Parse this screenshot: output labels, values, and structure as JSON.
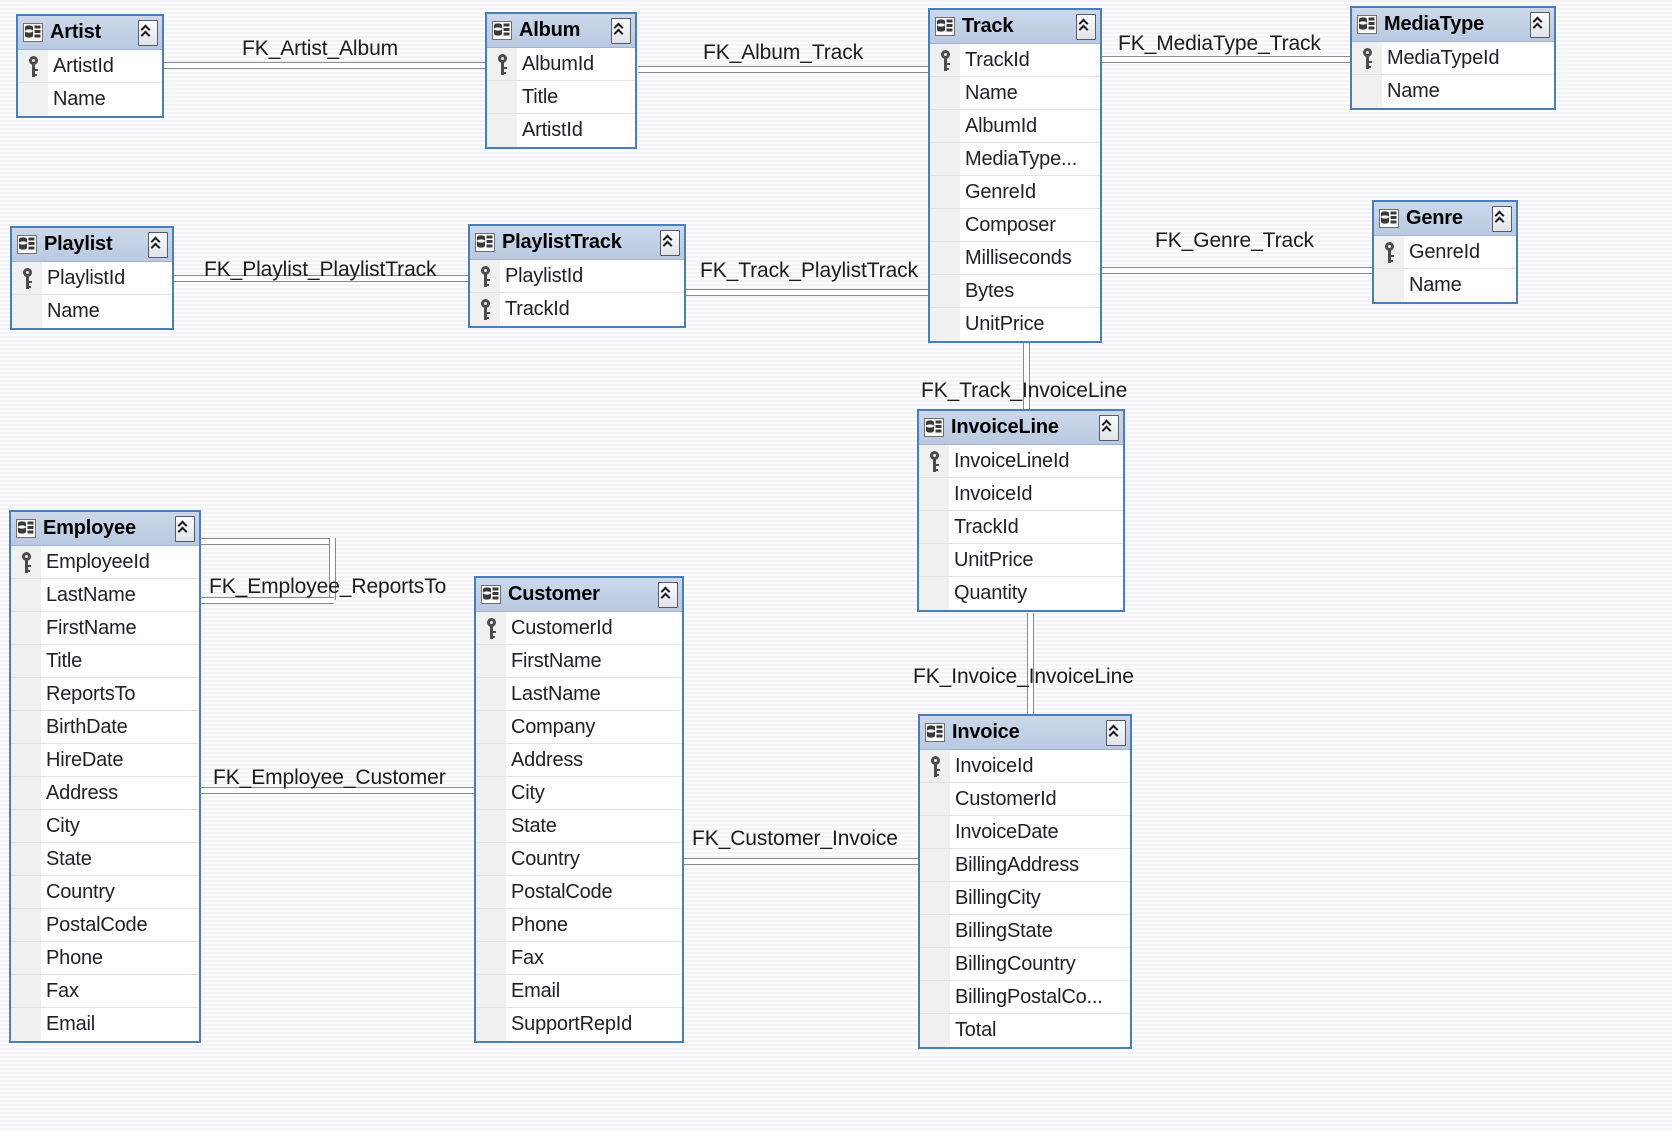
{
  "diagram": {
    "title": "Database Schema Diagram",
    "background_color": "#fdfdff",
    "table_border_color": "#4a7ebb",
    "header_color": "#c3d1e6",
    "relationship_line_color": "#8a8a8a",
    "icons": {
      "table_icon": "table-icon",
      "collapse_icon": "double-chevron-up-icon",
      "primary_key_icon": "key-icon"
    }
  },
  "tables": [
    {
      "name": "Artist",
      "columns": [
        {
          "name": "ArtistId",
          "key": true
        },
        {
          "name": "Name",
          "key": false
        }
      ]
    },
    {
      "name": "Album",
      "columns": [
        {
          "name": "AlbumId",
          "key": true
        },
        {
          "name": "Title",
          "key": false
        },
        {
          "name": "ArtistId",
          "key": false
        }
      ]
    },
    {
      "name": "Track",
      "columns": [
        {
          "name": "TrackId",
          "key": true
        },
        {
          "name": "Name",
          "key": false
        },
        {
          "name": "AlbumId",
          "key": false
        },
        {
          "name": "MediaType...",
          "key": false
        },
        {
          "name": "GenreId",
          "key": false
        },
        {
          "name": "Composer",
          "key": false
        },
        {
          "name": "Milliseconds",
          "key": false
        },
        {
          "name": "Bytes",
          "key": false
        },
        {
          "name": "UnitPrice",
          "key": false
        }
      ]
    },
    {
      "name": "MediaType",
      "columns": [
        {
          "name": "MediaTypeId",
          "key": true
        },
        {
          "name": "Name",
          "key": false
        }
      ]
    },
    {
      "name": "Genre",
      "columns": [
        {
          "name": "GenreId",
          "key": true
        },
        {
          "name": "Name",
          "key": false
        }
      ]
    },
    {
      "name": "Playlist",
      "columns": [
        {
          "name": "PlaylistId",
          "key": true
        },
        {
          "name": "Name",
          "key": false
        }
      ]
    },
    {
      "name": "PlaylistTrack",
      "columns": [
        {
          "name": "PlaylistId",
          "key": true
        },
        {
          "name": "TrackId",
          "key": true
        }
      ]
    },
    {
      "name": "InvoiceLine",
      "columns": [
        {
          "name": "InvoiceLineId",
          "key": true
        },
        {
          "name": "InvoiceId",
          "key": false
        },
        {
          "name": "TrackId",
          "key": false
        },
        {
          "name": "UnitPrice",
          "key": false
        },
        {
          "name": "Quantity",
          "key": false
        }
      ]
    },
    {
      "name": "Invoice",
      "columns": [
        {
          "name": "InvoiceId",
          "key": true
        },
        {
          "name": "CustomerId",
          "key": false
        },
        {
          "name": "InvoiceDate",
          "key": false
        },
        {
          "name": "BillingAddress",
          "key": false
        },
        {
          "name": "BillingCity",
          "key": false
        },
        {
          "name": "BillingState",
          "key": false
        },
        {
          "name": "BillingCountry",
          "key": false
        },
        {
          "name": "BillingPostalCo...",
          "key": false
        },
        {
          "name": "Total",
          "key": false
        }
      ]
    },
    {
      "name": "Employee",
      "columns": [
        {
          "name": "EmployeeId",
          "key": true
        },
        {
          "name": "LastName",
          "key": false
        },
        {
          "name": "FirstName",
          "key": false
        },
        {
          "name": "Title",
          "key": false
        },
        {
          "name": "ReportsTo",
          "key": false
        },
        {
          "name": "BirthDate",
          "key": false
        },
        {
          "name": "HireDate",
          "key": false
        },
        {
          "name": "Address",
          "key": false
        },
        {
          "name": "City",
          "key": false
        },
        {
          "name": "State",
          "key": false
        },
        {
          "name": "Country",
          "key": false
        },
        {
          "name": "PostalCode",
          "key": false
        },
        {
          "name": "Phone",
          "key": false
        },
        {
          "name": "Fax",
          "key": false
        },
        {
          "name": "Email",
          "key": false
        }
      ]
    },
    {
      "name": "Customer",
      "columns": [
        {
          "name": "CustomerId",
          "key": true
        },
        {
          "name": "FirstName",
          "key": false
        },
        {
          "name": "LastName",
          "key": false
        },
        {
          "name": "Company",
          "key": false
        },
        {
          "name": "Address",
          "key": false
        },
        {
          "name": "City",
          "key": false
        },
        {
          "name": "State",
          "key": false
        },
        {
          "name": "Country",
          "key": false
        },
        {
          "name": "PostalCode",
          "key": false
        },
        {
          "name": "Phone",
          "key": false
        },
        {
          "name": "Fax",
          "key": false
        },
        {
          "name": "Email",
          "key": false
        },
        {
          "name": "SupportRepId",
          "key": false
        }
      ]
    }
  ],
  "relationships": [
    {
      "label": "FK_Artist_Album"
    },
    {
      "label": "FK_Album_Track"
    },
    {
      "label": "FK_MediaType_Track"
    },
    {
      "label": "FK_Genre_Track"
    },
    {
      "label": "FK_Playlist_PlaylistTrack"
    },
    {
      "label": "FK_Track_PlaylistTrack"
    },
    {
      "label": "FK_Track_InvoiceLine"
    },
    {
      "label": "FK_Invoice_InvoiceLine"
    },
    {
      "label": "FK_Employee_ReportsTo"
    },
    {
      "label": "FK_Employee_Customer"
    },
    {
      "label": "FK_Customer_Invoice"
    }
  ]
}
